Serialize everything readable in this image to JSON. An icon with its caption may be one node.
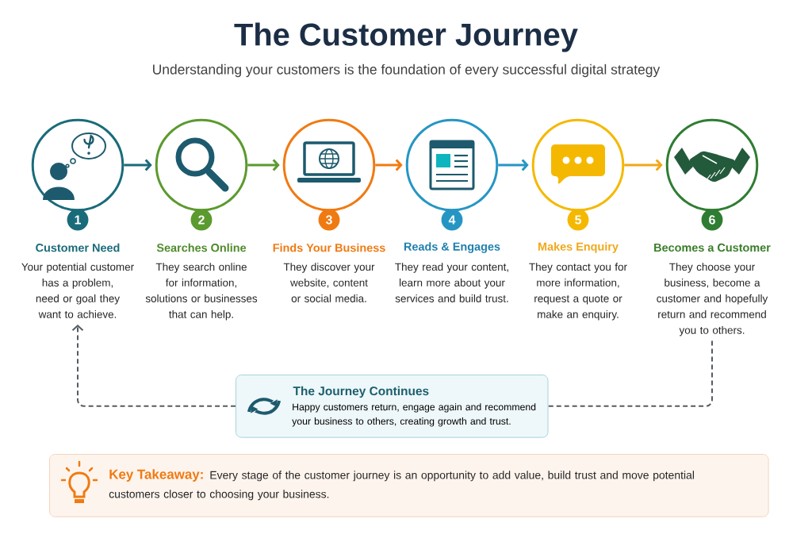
{
  "diagram": {
    "title": "The Customer Journey",
    "caption": "Understanding your customers is the foundation of every successful digital strategy",
    "nodes": [
      {
        "text": [
          "1",
          "Customer Need",
          "Your potential customer has a problem, need or goal they want to achieve."
        ]
      },
      {
        "text": [
          "2",
          "Searches Online",
          "They search online for information, solutions or businesses that can help."
        ]
      },
      {
        "text": [
          "3",
          "Finds Your Business",
          "They discover your website, content or social media."
        ]
      },
      {
        "text": [
          "4",
          "Reads & Engages",
          "They read your content, learn more about your services and build trust."
        ]
      },
      {
        "text": [
          "5",
          "Makes Enquiry",
          "They contact you for more information, request a quote or make an enquiry."
        ]
      },
      {
        "text": [
          "6",
          "Becomes a Customer",
          "They choose your business, become a customer and hopefully return and recommend you to others."
        ]
      },
      {
        "text": [
          "The Journey Continues",
          "Happy customers return, engage again and recommend your business to others, creating growth and trust."
        ]
      },
      {
        "text": [
          "Key Takeaway:",
          "Every stage of the customer journey is an opportunity to add value, build trust and move potential customers closer to choosing your business."
        ]
      }
    ],
    "edges": [
      {
        "from": 0,
        "to": 1,
        "arrow": "to",
        "color": "#1a6b7a"
      },
      {
        "from": 1,
        "to": 2,
        "arrow": "to",
        "color": "#5b9a2e"
      },
      {
        "from": 2,
        "to": 3,
        "arrow": "to",
        "color": "#f07a12"
      },
      {
        "from": 3,
        "to": 4,
        "arrow": "to",
        "color": "#2596c4"
      },
      {
        "from": 4,
        "to": 5,
        "arrow": "to",
        "color": "#f0a81a"
      },
      {
        "from": 5,
        "to": 6,
        "arrow": "none",
        "style": "dashed",
        "color": "#555b62"
      },
      {
        "from": 6,
        "to": 0,
        "arrow": "to",
        "style": "dashed",
        "color": "#555b62"
      }
    ]
  }
}
